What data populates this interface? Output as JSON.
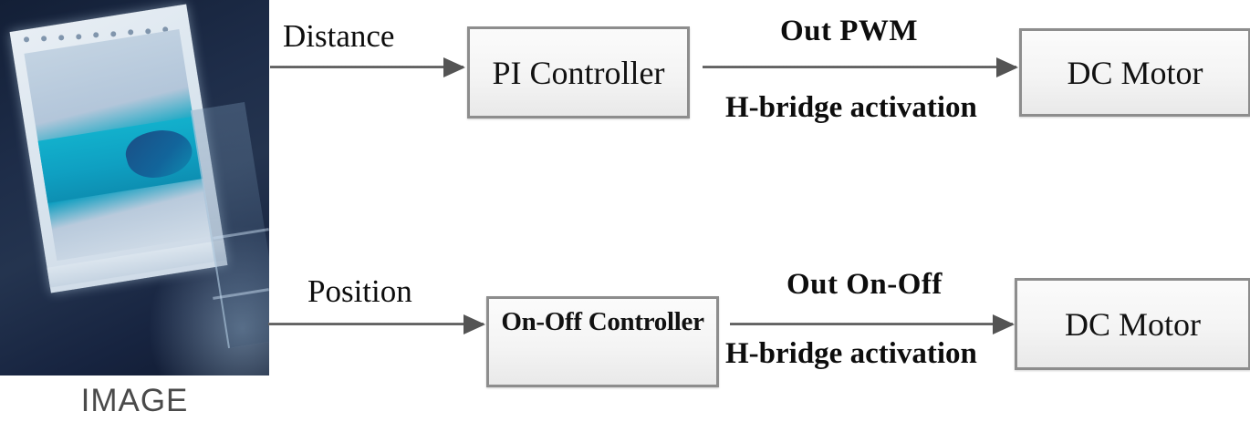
{
  "figure": {
    "type": "control-system-block-diagram",
    "caption": "IMAGE"
  },
  "source": {
    "label": "IMAGE",
    "description": "photo of tilted device panel"
  },
  "branches": [
    {
      "id": "pi-branch",
      "input_label": "Distance",
      "controller": "PI Controller",
      "output_label_top": "Out  PWM",
      "output_label_bottom": "H-bridge activation",
      "actuator": "DC Motor"
    },
    {
      "id": "onoff-branch",
      "input_label": "Position",
      "controller": "On-Off Controller",
      "output_label_top": "Out  On-Off",
      "output_label_bottom": "H-bridge activation",
      "actuator": "DC Motor"
    }
  ],
  "colors": {
    "box_border": "#8d8d8d",
    "box_fill": "#f4f4f4",
    "arrow": "#545454",
    "text": "#0d0d0d",
    "caption_text": "#4a4a4a",
    "photo_dark": "#1a2740",
    "photo_cyan": "#12b0cc"
  }
}
